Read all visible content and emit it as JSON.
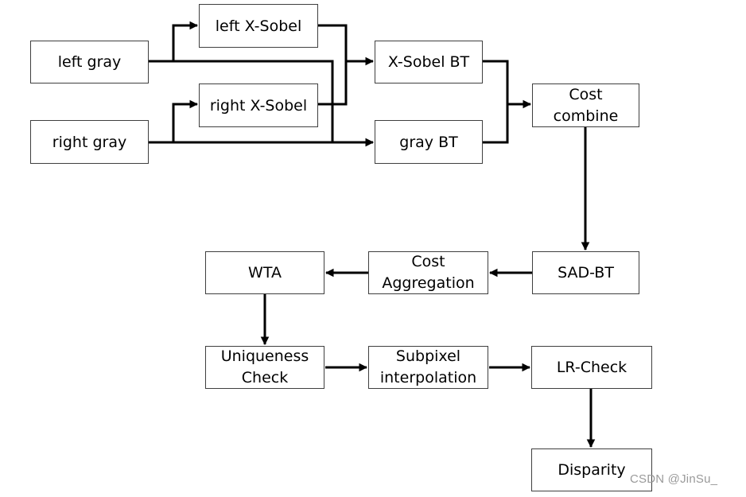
{
  "diagram": {
    "nodes": {
      "left_gray": "left gray",
      "right_gray": "right gray",
      "left_xsobel": "left X-Sobel",
      "right_xsobel": "right X-Sobel",
      "xsobel_bt": "X-Sobel BT",
      "gray_bt": "gray BT",
      "cost_combine": [
        "Cost",
        "combine"
      ],
      "sad_bt": "SAD-BT",
      "cost_aggregation": [
        "Cost",
        "Aggregation"
      ],
      "wta": "WTA",
      "uniqueness_check": [
        "Uniqueness",
        "Check"
      ],
      "subpixel_interpolation": [
        "Subpixel",
        "interpolation"
      ],
      "lr_check": "LR-Check",
      "disparity": "Disparity"
    },
    "edges": [
      {
        "from": "left gray",
        "to": "left X-Sobel"
      },
      {
        "from": "left gray",
        "to": "gray BT"
      },
      {
        "from": "right gray",
        "to": "right X-Sobel"
      },
      {
        "from": "right gray",
        "to": "gray BT"
      },
      {
        "from": "left X-Sobel",
        "to": "X-Sobel BT"
      },
      {
        "from": "right X-Sobel",
        "to": "X-Sobel BT"
      },
      {
        "from": "X-Sobel BT",
        "to": "Cost combine"
      },
      {
        "from": "gray BT",
        "to": "Cost combine"
      },
      {
        "from": "Cost combine",
        "to": "SAD-BT"
      },
      {
        "from": "SAD-BT",
        "to": "Cost Aggregation"
      },
      {
        "from": "Cost Aggregation",
        "to": "WTA"
      },
      {
        "from": "WTA",
        "to": "Uniqueness Check"
      },
      {
        "from": "Uniqueness Check",
        "to": "Subpixel interpolation"
      },
      {
        "from": "Subpixel interpolation",
        "to": "LR-Check"
      },
      {
        "from": "LR-Check",
        "to": "Disparity"
      }
    ],
    "colors": {
      "box_border": "#3f3f3f",
      "arrow": "#000000",
      "text": "#000000"
    }
  },
  "watermark": "CSDN @JinSu_"
}
